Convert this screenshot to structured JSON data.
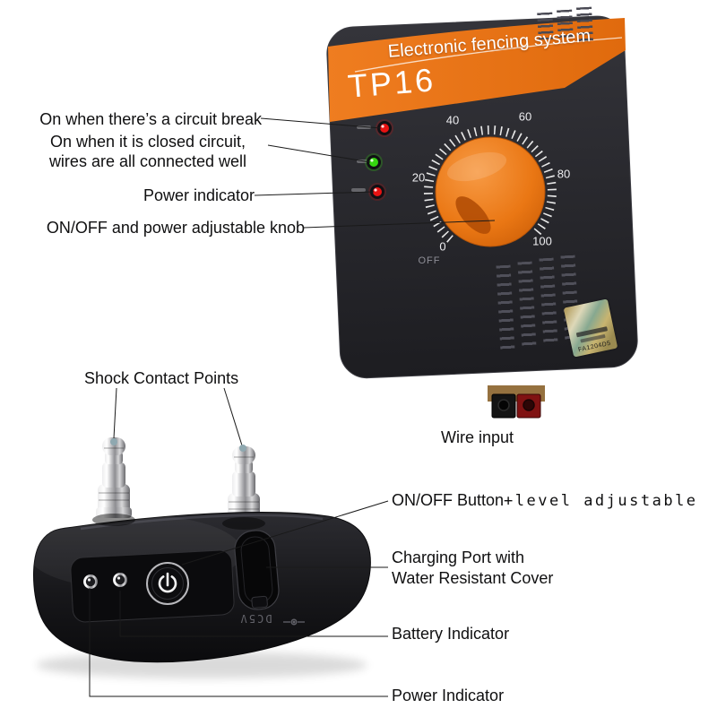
{
  "product": {
    "transmitter": {
      "banner_title": "Electronic fencing system",
      "model": "TP16",
      "dial_labels": [
        "0",
        "20",
        "40",
        "60",
        "80",
        "100"
      ],
      "off_label": "OFF",
      "sticker_code": "FA1204D5"
    },
    "collar": {
      "port_label": "DC5V"
    }
  },
  "annotations": {
    "transmitter": {
      "circuit_break": "On when there’s a circuit break",
      "closed_circuit_line1": "On when it is closed circuit,",
      "closed_circuit_line2": "wires are all connected well",
      "power_indicator": "Power indicator",
      "knob": "ON/OFF and power adjustable knob",
      "wire_input": "Wire input"
    },
    "collar": {
      "shock_points": "Shock Contact Points",
      "onoff_button": "ON/OFF Button",
      "onoff_suffix": "+level adjustable",
      "charging_line1": "Charging Port with",
      "charging_line2": "Water Resistant Cover",
      "battery": "Battery Indicator",
      "power": "Power Indicator"
    }
  },
  "colors": {
    "accent_orange": "#e8721c",
    "device_body": "#28282c",
    "led_red": "#e81212",
    "led_green": "#35d60f",
    "annotation_line": "#1a1a1a"
  }
}
